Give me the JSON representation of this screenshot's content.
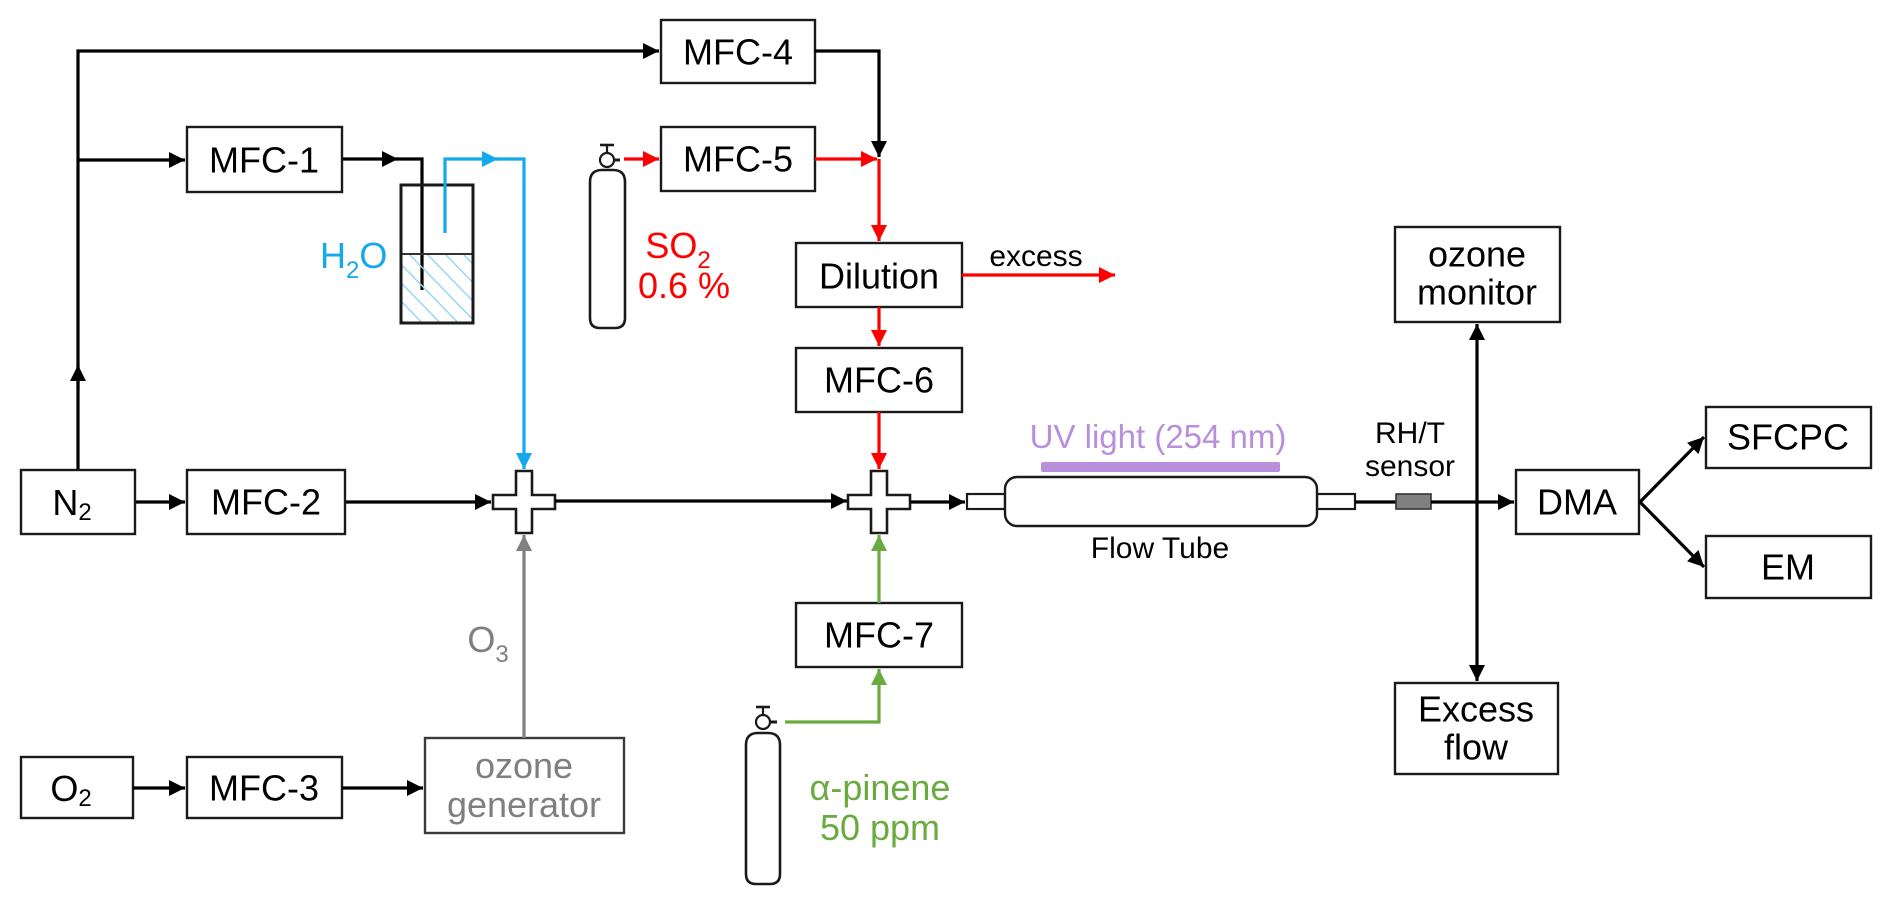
{
  "diagram": {
    "sources": {
      "n2": {
        "main": "N",
        "sub": "2"
      },
      "o2": {
        "main": "O",
        "sub": "2"
      }
    },
    "mfcs": {
      "mfc1": "MFC-1",
      "mfc2": "MFC-2",
      "mfc3": "MFC-3",
      "mfc4": "MFC-4",
      "mfc5": "MFC-5",
      "mfc6": "MFC-6",
      "mfc7": "MFC-7"
    },
    "water": {
      "main1": "H",
      "sub": "2",
      "main2": "O"
    },
    "so2": {
      "main": "SO",
      "sub": "2",
      "conc": "0.6 %"
    },
    "ozone_generator": {
      "line1": "ozone",
      "line2": "generator"
    },
    "o3_label": {
      "main": "O",
      "sub": "3"
    },
    "dilution": "Dilution",
    "excess_label": "excess",
    "uv_light": "UV light (254 nm)",
    "flow_tube": "Flow Tube",
    "rh_sensor": {
      "line1": "RH/T",
      "line2": "sensor"
    },
    "ozone_monitor": {
      "line1": "ozone",
      "line2": "monitor"
    },
    "excess_flow": {
      "line1": "Excess",
      "line2": "flow"
    },
    "dma": "DMA",
    "sfcpc": "SFCPC",
    "em": "EM",
    "alpha_pinene": {
      "line1": "α-pinene",
      "line2": "50 ppm"
    },
    "colors": {
      "so2_line": "#ff0000",
      "water_line": "#14a9ec",
      "ozone_line": "#808080",
      "pinene_line": "#6aab3f",
      "uv": "#b98fdc",
      "sensor": "#808080"
    }
  }
}
